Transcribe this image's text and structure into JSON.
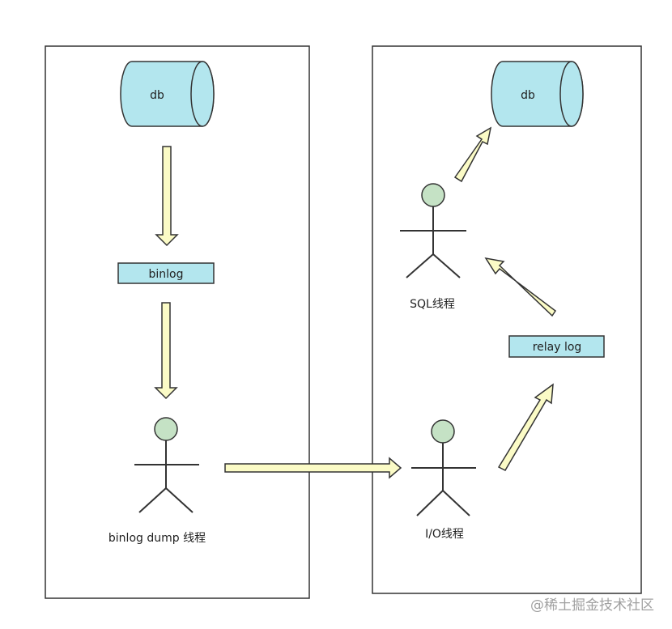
{
  "colors": {
    "cylinder_fill": "#b3e6ee",
    "box_fill": "#b3e6ee",
    "arrow_fill": "#fbfbc6",
    "actor_head": "#c5e2c5",
    "stroke": "#333333"
  },
  "master": {
    "db_label": "db",
    "binlog_label": "binlog",
    "thread_label": "binlog dump 线程"
  },
  "slave": {
    "db_label": "db",
    "relay_label": "relay log",
    "sql_thread_label": "SQL线程",
    "io_thread_label": "I/O线程"
  },
  "watermark": "@稀土掘金技术社区"
}
